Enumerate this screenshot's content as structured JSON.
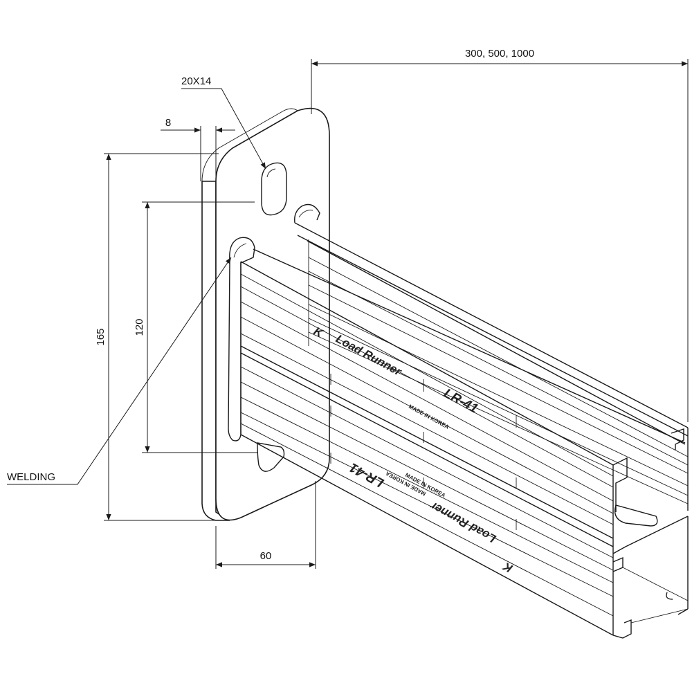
{
  "dimensions": {
    "length": "300, 500, 1000",
    "hole": "20X14",
    "plate_thickness": "8",
    "plate_height": "165",
    "hole_spacing": "120",
    "plate_width": "60"
  },
  "callouts": {
    "welding": "WELDING"
  },
  "channel_markings": {
    "brand": "Load Runner",
    "model": "LR-41",
    "origin": "MADE IN KOREA"
  }
}
